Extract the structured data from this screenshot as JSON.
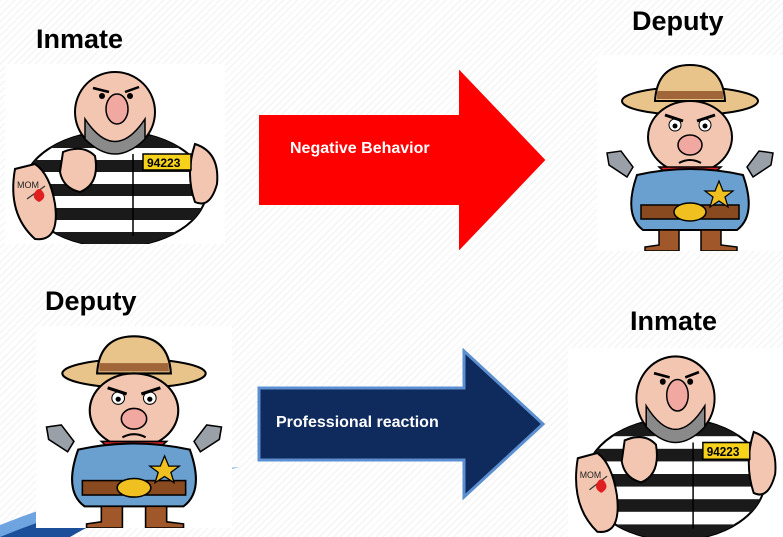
{
  "top_row": {
    "left_label": "Inmate",
    "right_label": "Deputy",
    "arrow_text": "Negative Behavior",
    "arrow_color": "#ff0000"
  },
  "bottom_row": {
    "left_label": "Deputy",
    "right_label": "Inmate",
    "arrow_text": "Professional reaction",
    "arrow_color": "#0f2a5c",
    "arrow_border": "#5b8fd0"
  },
  "illustrations": {
    "inmate_tag": "94223",
    "inmate_tattoo": "MOM"
  },
  "decor": {
    "corner_swoosh_color": "#3a7fd0"
  }
}
